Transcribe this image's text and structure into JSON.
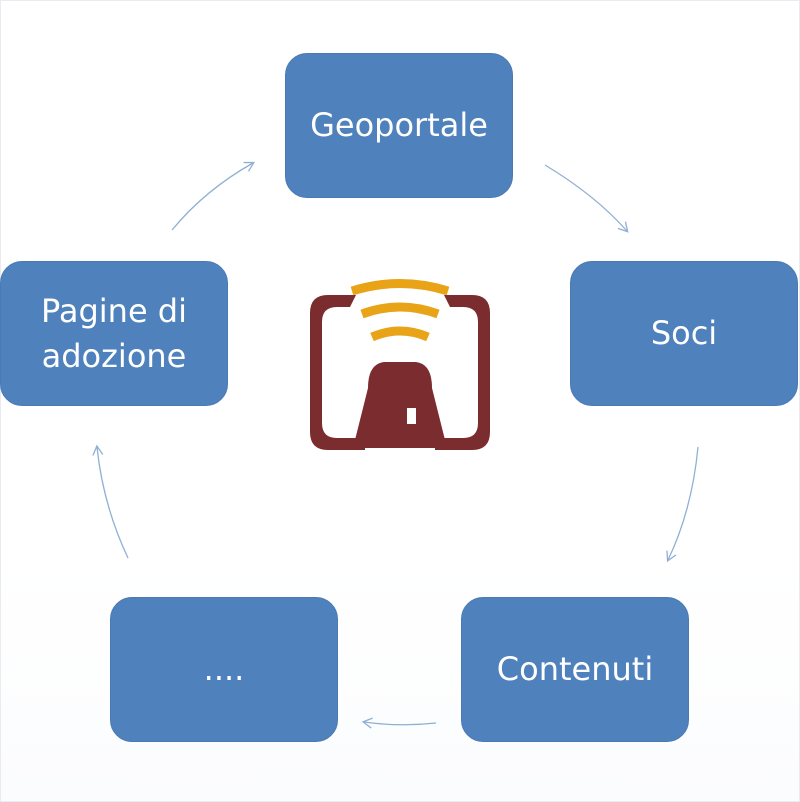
{
  "diagram": {
    "nodes": [
      {
        "id": "geoportale",
        "label": "Geoportale"
      },
      {
        "id": "soci",
        "label": "Soci"
      },
      {
        "id": "contenuti",
        "label": "Contenuti"
      },
      {
        "id": "dots",
        "label": "...."
      },
      {
        "id": "pagine",
        "label": "Pagine di\nadozione"
      }
    ],
    "cycle": [
      "geoportale",
      "soci",
      "contenuti",
      "dots",
      "pagine"
    ],
    "colors": {
      "node_fill": "#4f81bd",
      "node_text": "#ffffff",
      "arrow": "#8fb0d3",
      "logo_frame": "#7b2c2f",
      "logo_signal": "#e8a317"
    },
    "center_logo": {
      "icon": "tower-signal-logo"
    }
  }
}
